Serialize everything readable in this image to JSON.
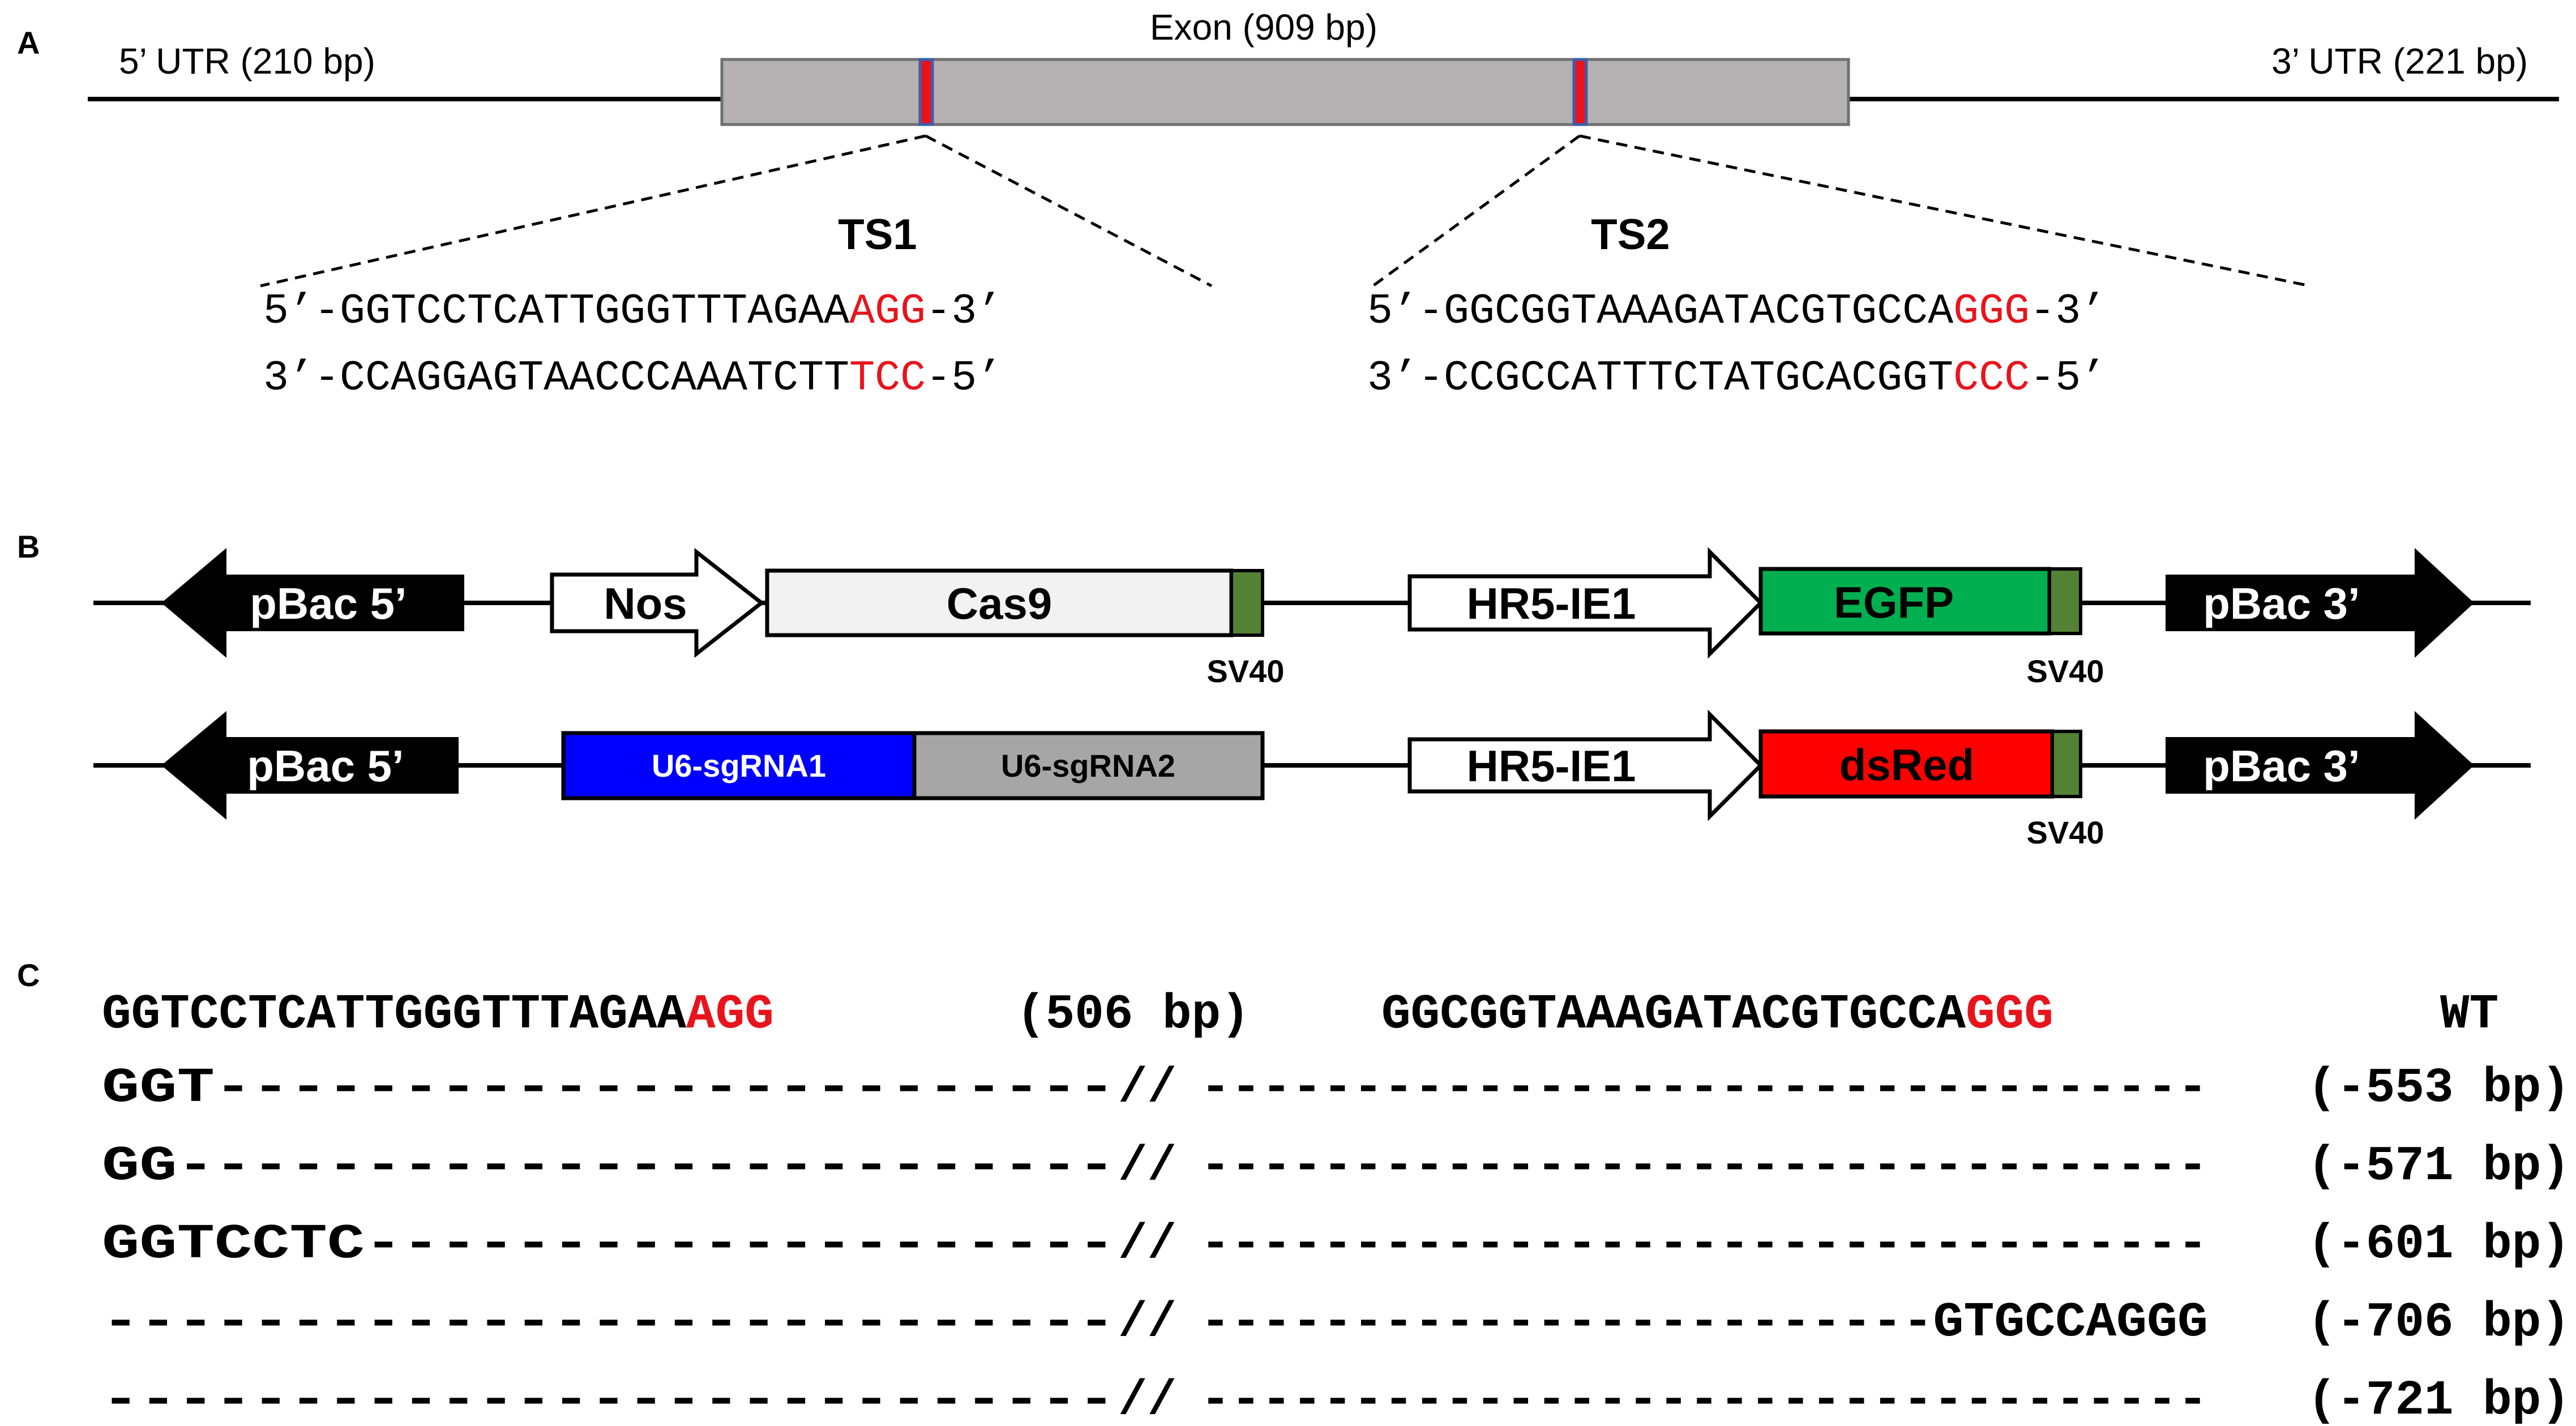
{
  "panelA": {
    "label": "A",
    "utr5": "5’ UTR (210 bp)",
    "exon": "Exon (909 bp)",
    "utr3": "3’ UTR (221 bp)",
    "ts1": {
      "name": "TS1",
      "top": [
        "5’-GGTCCTCATTGGGTTTAGAA",
        "AGG",
        "-3’"
      ],
      "bottom": [
        "3’-CCAGGAGTAACCCAAATCTT",
        "TCC",
        "-5’"
      ]
    },
    "ts2": {
      "name": "TS2",
      "top": [
        "5’-GGCGGTAAAGATACGTGCCA",
        "GGG",
        "-3’"
      ],
      "bottom": [
        "3’-CCGCCATTTCTATGCACGGT",
        "CCC",
        "-5’"
      ]
    }
  },
  "panelB": {
    "label": "B",
    "row1": {
      "pbac5": "pBac 5’",
      "nos": "Nos",
      "cas9": "Cas9",
      "sv40a": "SV40",
      "hr5": "HR5-IE1",
      "egfp": "EGFP",
      "sv40b": "SV40",
      "pbac3": "pBac 3’"
    },
    "row2": {
      "pbac5": "pBac 5’",
      "sgrna1": "U6-sgRNA1",
      "sgrna2": "U6-sgRNA2",
      "hr5": "HR5-IE1",
      "dsred": "dsRed",
      "sv40": "SV40",
      "pbac3": "pBac 3’"
    }
  },
  "panelC": {
    "label": "C",
    "wt": {
      "left": "GGTCCTCATTGGGTTTAGAA",
      "left_pam": "AGG",
      "gap": "(506 bp)",
      "right": "GGCGGTAAAGATACGTGCCA",
      "right_pam": "GGG",
      "tag": "WT"
    },
    "rows": [
      {
        "left": "GGT------------------------",
        "sep": "//",
        "right": "---------------------------------",
        "size": "(-553 bp)"
      },
      {
        "left": "GG-------------------------",
        "sep": "//",
        "right": "---------------------------------",
        "size": "(-571 bp)"
      },
      {
        "left": "GGTCCTC--------------------",
        "sep": "//",
        "right": "---------------------------------",
        "size": "(-601 bp)"
      },
      {
        "left": "---------------------------",
        "sep": "//",
        "right": "------------------------GTGCCAGGG",
        "size": "(-706 bp)"
      },
      {
        "left": "---------------------------",
        "sep": "//",
        "right": "---------------------------------",
        "size": "(-721 bp)"
      }
    ]
  },
  "colors": {
    "exon_fill": "#b5b1b2",
    "target_mark": "#e8141c",
    "pam_red": "#e8141c",
    "egfp_green": "#00b050",
    "dsred_red": "#ff0000",
    "sgrna1_blue": "#0000ff",
    "sgrna2_gray": "#a6a6a6",
    "sv40_green": "#548235",
    "cas9_fill": "#f2f2f2"
  }
}
